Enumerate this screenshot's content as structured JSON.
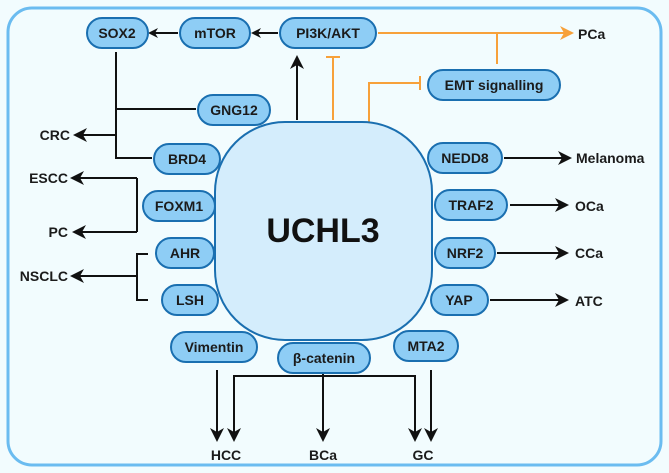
{
  "center": {
    "label": "UCHL3"
  },
  "nodes": {
    "sox2": "SOX2",
    "mtor": "mTOR",
    "pi3k": "PI3K/AKT",
    "emt": "EMT signalling",
    "gng12": "GNG12",
    "brd4": "BRD4",
    "foxm1": "FOXM1",
    "ahr": "AHR",
    "lsh": "LSH",
    "vimentin": "Vimentin",
    "bcatenin": "β-catenin",
    "mta2": "MTA2",
    "nedd8": "NEDD8",
    "traf2": "TRAF2",
    "nrf2": "NRF2",
    "yap": "YAP"
  },
  "outcomes": {
    "pca": "PCa",
    "crc": "CRC",
    "escc": "ESCC",
    "pc": "PC",
    "nsclc": "NSCLC",
    "melanoma": "Melanoma",
    "oca": "OCa",
    "cca": "CCa",
    "atc": "ATC",
    "hcc": "HCC",
    "bca": "BCa",
    "gc": "GC"
  },
  "colors": {
    "background": "#f2fcfe",
    "frame": "#6bbcf0",
    "node_fill": "#8ecdf5",
    "node_stroke": "#1a6fb0",
    "core_fill": "#d4edfc",
    "promote": "#111111",
    "inhibit": "#f7a13a"
  }
}
